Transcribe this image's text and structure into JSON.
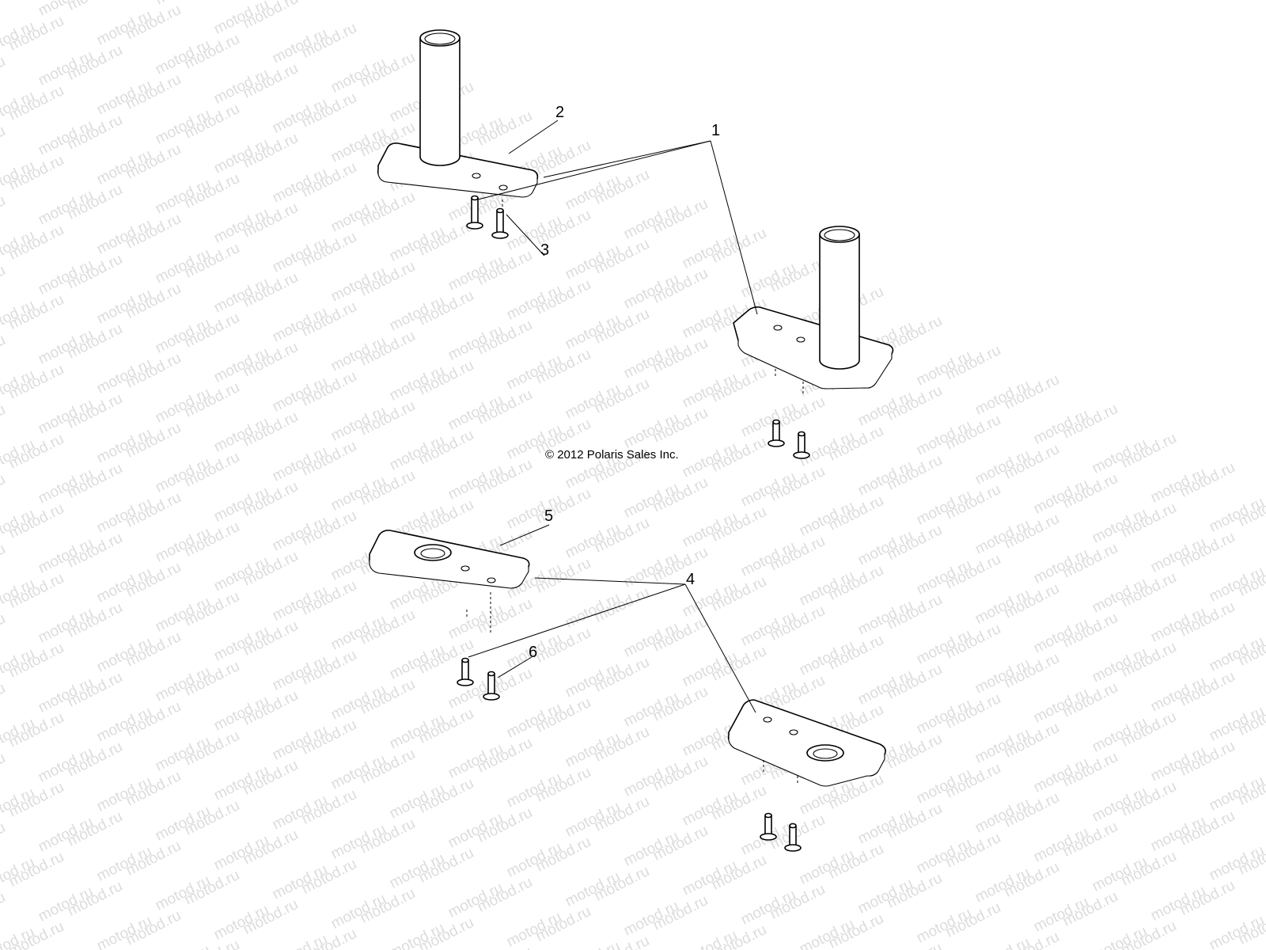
{
  "watermark": {
    "text": "motod.ru",
    "color": "#dcdcdc"
  },
  "copyright": "© 2012 Polaris Sales Inc.",
  "callouts": {
    "c1": "1",
    "c2": "2",
    "c3": "3",
    "c4": "4",
    "c5": "5",
    "c6": "6"
  }
}
